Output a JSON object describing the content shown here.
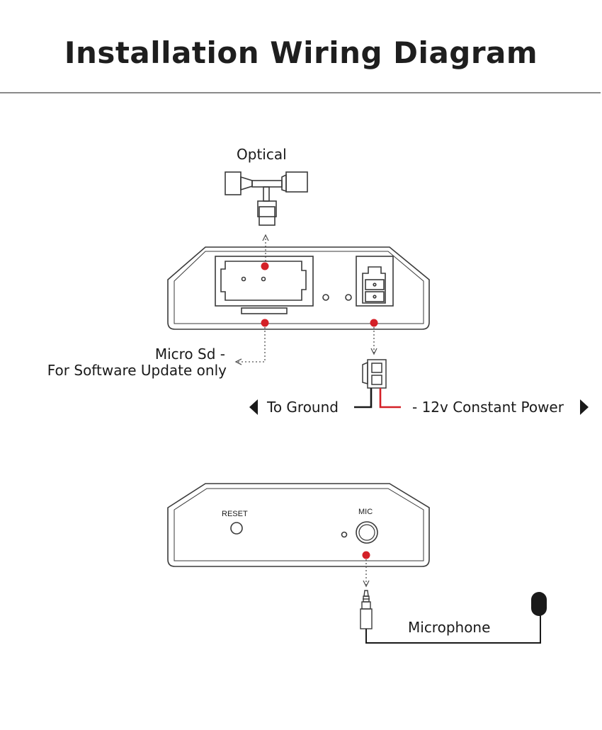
{
  "title": "Installation Wiring Diagram",
  "labels": {
    "optical": "Optical",
    "micro_sd_line1": "Micro Sd -",
    "micro_sd_line2": "For Software Update only",
    "to_ground": "To Ground",
    "power": "- 12v Constant Power",
    "reset": "RESET",
    "mic": "MIC",
    "microphone": "Microphone"
  },
  "colors": {
    "marker": "#d42027",
    "power_wire": "#d42027",
    "ground_wire": "#1a1a1a",
    "outline": "#3a3a3a"
  }
}
